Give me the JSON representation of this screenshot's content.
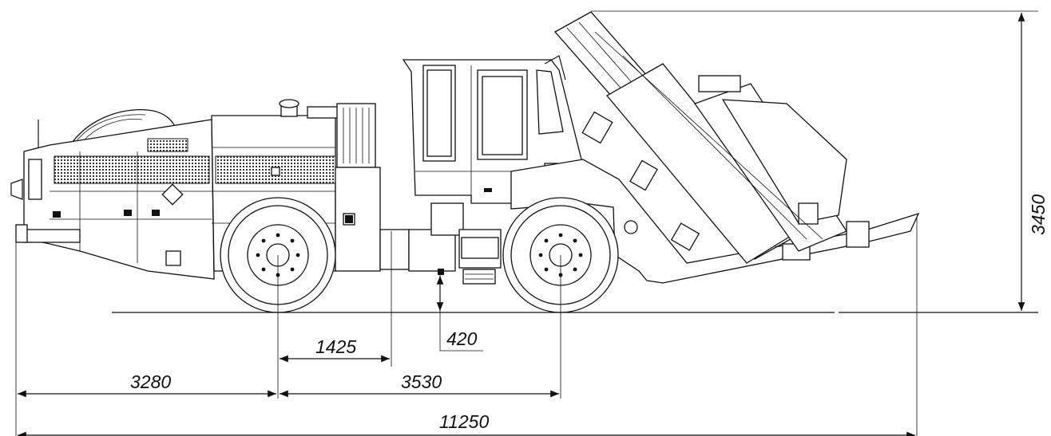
{
  "drawing": {
    "subject_icon": "mining-drill-rig-side-view",
    "line_color": "#111111",
    "background": "#ffffff",
    "units": "mm"
  },
  "dimensions": {
    "overall_height": "3450",
    "overall_length": "11250",
    "front_overhang": "3280",
    "wheelbase": "3530",
    "axle_to_articulation": "1425",
    "ground_clearance": "420"
  }
}
